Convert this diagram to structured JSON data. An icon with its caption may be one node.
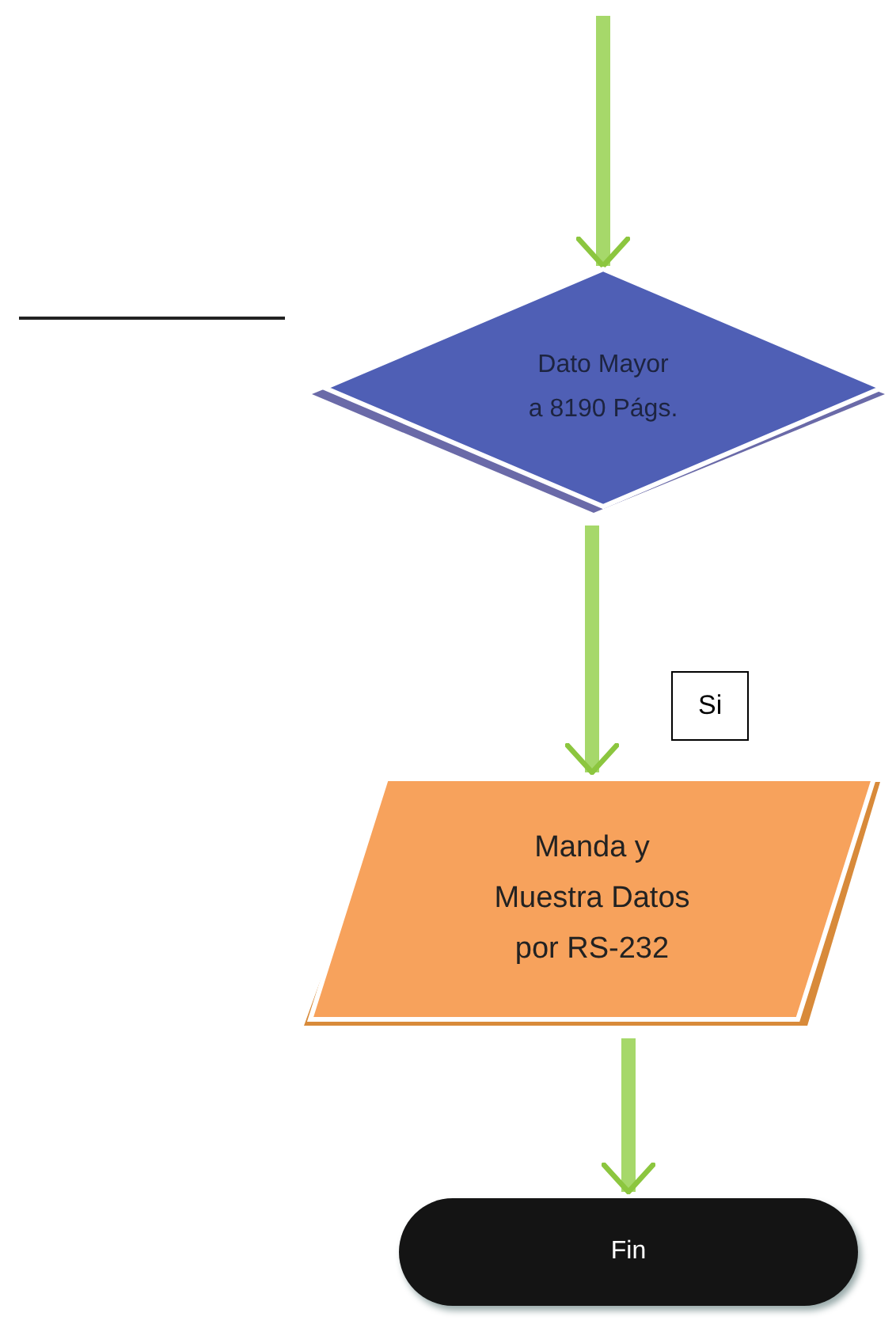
{
  "diagram": {
    "nodes": [
      {
        "text": [
          "Dato Mayor a 8190 Págs."
        ]
      },
      {
        "text": [
          "Manda y Muestra Datos por RS-232"
        ]
      },
      {
        "text": [
          "Fin"
        ]
      }
    ],
    "edges": [
      {
        "from": null,
        "to": 0,
        "arrow": "to"
      },
      {
        "from": 0,
        "to": 1,
        "arrow": "to",
        "label": "Si"
      },
      {
        "from": 1,
        "to": 2,
        "arrow": "to"
      }
    ]
  }
}
